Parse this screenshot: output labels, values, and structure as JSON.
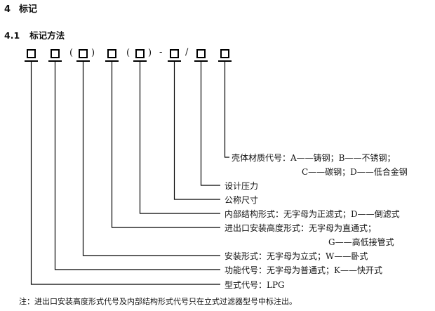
{
  "heading": {
    "number": "4",
    "title": "标记"
  },
  "subheading": {
    "number": "4.1",
    "title": "标记方法"
  },
  "symbols": {
    "open_paren": "(",
    "close_paren": ")",
    "dash": "-",
    "slash": "/"
  },
  "labels": [
    {
      "id": "shell-material-line1",
      "text": "壳体材质代号：A——铸钢；B——不锈钢；"
    },
    {
      "id": "shell-material-line2",
      "text": "C——碳钢；D——低合金钢"
    },
    {
      "id": "design-pressure",
      "text": "设计压力"
    },
    {
      "id": "nominal-size",
      "text": "公称尺寸"
    },
    {
      "id": "internal-structure",
      "text": "内部结构形式：无字母为正滤式；D——倒滤式"
    },
    {
      "id": "inlet-outlet-height-line1",
      "text": "进出口安装高度形式：无字母为直通式；"
    },
    {
      "id": "inlet-outlet-height-line2",
      "text": "G——高低接管式"
    },
    {
      "id": "installation-form",
      "text": "安装形式：无字母为立式；W——卧式"
    },
    {
      "id": "function-code",
      "text": "功能代号：无字母为普通式；K——快开式"
    },
    {
      "id": "model-code",
      "text": "型式代号：LPG"
    }
  ],
  "note": "注：进出口安装高度形式代号及内部结构形式代号只在立式过滤器型号中标注出。"
}
